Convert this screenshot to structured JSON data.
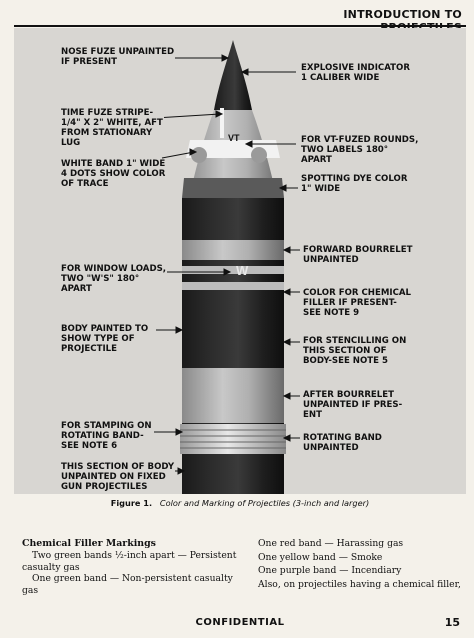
{
  "header": {
    "title": "INTRODUCTION TO PROJECTILES"
  },
  "figure": {
    "shell_marking": "W",
    "vt_marking": "VT",
    "callouts_left": [
      "NOSE FUZE UNPAINTED\nIF PRESENT",
      "TIME FUZE STRIPE-\n1/4\" X 2\" WHITE, AFT\nFROM STATIONARY\nLUG",
      "WHITE BAND 1\" WIDE\n4 DOTS SHOW COLOR\nOF TRACE",
      "FOR WINDOW LOADS,\nTWO \"W'S\" 180°\nAPART",
      "BODY PAINTED TO\nSHOW TYPE OF\nPROJECTILE",
      "FOR STAMPING ON\nROTATING BAND-\nSEE NOTE 6",
      "THIS SECTION OF BODY\nUNPAINTED ON FIXED\nGUN PROJECTILES"
    ],
    "callouts_right": [
      "EXPLOSIVE INDICATOR\n1 CALIBER WIDE",
      "FOR VT-FUZED ROUNDS,\nTWO LABELS 180°\nAPART",
      "SPOTTING DYE COLOR\n1\" WIDE",
      "FORWARD BOURRELET\nUNPAINTED",
      "COLOR FOR CHEMICAL\nFILLER IF PRESENT-\nSEE NOTE 9",
      "FOR STENCILLING ON\nTHIS SECTION OF\nBODY-SEE NOTE 5",
      "AFTER BOURRELET\nUNPAINTED IF PRES-\nENT",
      "ROTATING BAND\nUNPAINTED"
    ],
    "caption_label": "Figure 1.",
    "caption_text": "Color and Marking of Projectiles (3-inch and larger)"
  },
  "body": {
    "heading": "Chemical Filler Markings",
    "left_paragraphs": [
      "Two green bands ½-inch apart — Persistent casualty gas",
      "One green band — Non-persistent casualty gas"
    ],
    "right_paragraphs": [
      "One red band — Harassing gas",
      "One yellow band — Smoke",
      "One purple band — Incendiary",
      "Also, on projectiles having a chemical filler,"
    ]
  },
  "footer": {
    "classification": "CONFIDENTIAL",
    "page_number": "15"
  }
}
